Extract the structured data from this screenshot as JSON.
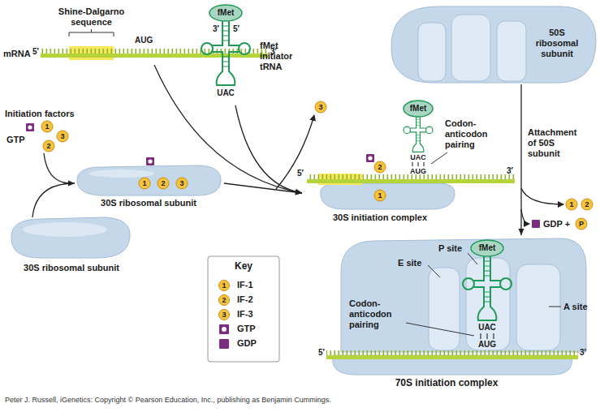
{
  "diagram": {
    "caption": "Peter J. Russell, iGenetics: Copyright © Pearson Education, Inc., publishing as Benjamin Cummings.",
    "nodes": [
      {
        "text": [
          "mRNA"
        ]
      },
      {
        "text": [
          "fMet initiator tRNA"
        ]
      },
      {
        "text": [
          "50S ribosomal subunit"
        ]
      },
      {
        "text": [
          "30S ribosomal subunit"
        ]
      },
      {
        "text": [
          "30S initiation complex"
        ]
      },
      {
        "text": [
          "30S ribosomal subunit"
        ]
      },
      {
        "text": [
          "70S initiation complex"
        ]
      }
    ],
    "edges": [
      {
        "from": 5,
        "to": 3,
        "arrow": "to"
      },
      {
        "from": 0,
        "to": 4,
        "arrow": "to"
      },
      {
        "from": 1,
        "to": 4,
        "arrow": "to"
      },
      {
        "from": 3,
        "to": 4,
        "arrow": "to"
      },
      {
        "from": 2,
        "to": 6,
        "label": "Attachment of 50S subunit",
        "arrow": "to"
      }
    ],
    "labels": [
      "Shine-Dalgarno sequence",
      "5′",
      "AUG",
      "3′",
      "fMet",
      "3′",
      "5′",
      "UAC",
      "Initiation factors",
      "GTP",
      "1",
      "3",
      "2",
      "1",
      "2",
      "3",
      "3",
      "5′",
      "3′",
      "2",
      "1",
      "fMet",
      "UAC",
      "AUG",
      "Codon-anticodon pairing",
      "1",
      "2",
      "GDP +",
      "P",
      "P site",
      "fMet",
      "E site",
      "A site",
      "Codon-anticodon pairing",
      "UAC",
      "AUG",
      "5′",
      "3′",
      "Key",
      "1",
      "2",
      "3"
    ],
    "legend": [
      {
        "text": "IF-1",
        "color": "#f6c33a"
      },
      {
        "text": "IF-2",
        "color": "#f6c33a"
      },
      {
        "text": "IF-3",
        "color": "#f6c33a"
      },
      {
        "text": "GTP",
        "color": "#7b2c80"
      },
      {
        "text": "GDP",
        "color": "#7b2c80"
      }
    ]
  }
}
